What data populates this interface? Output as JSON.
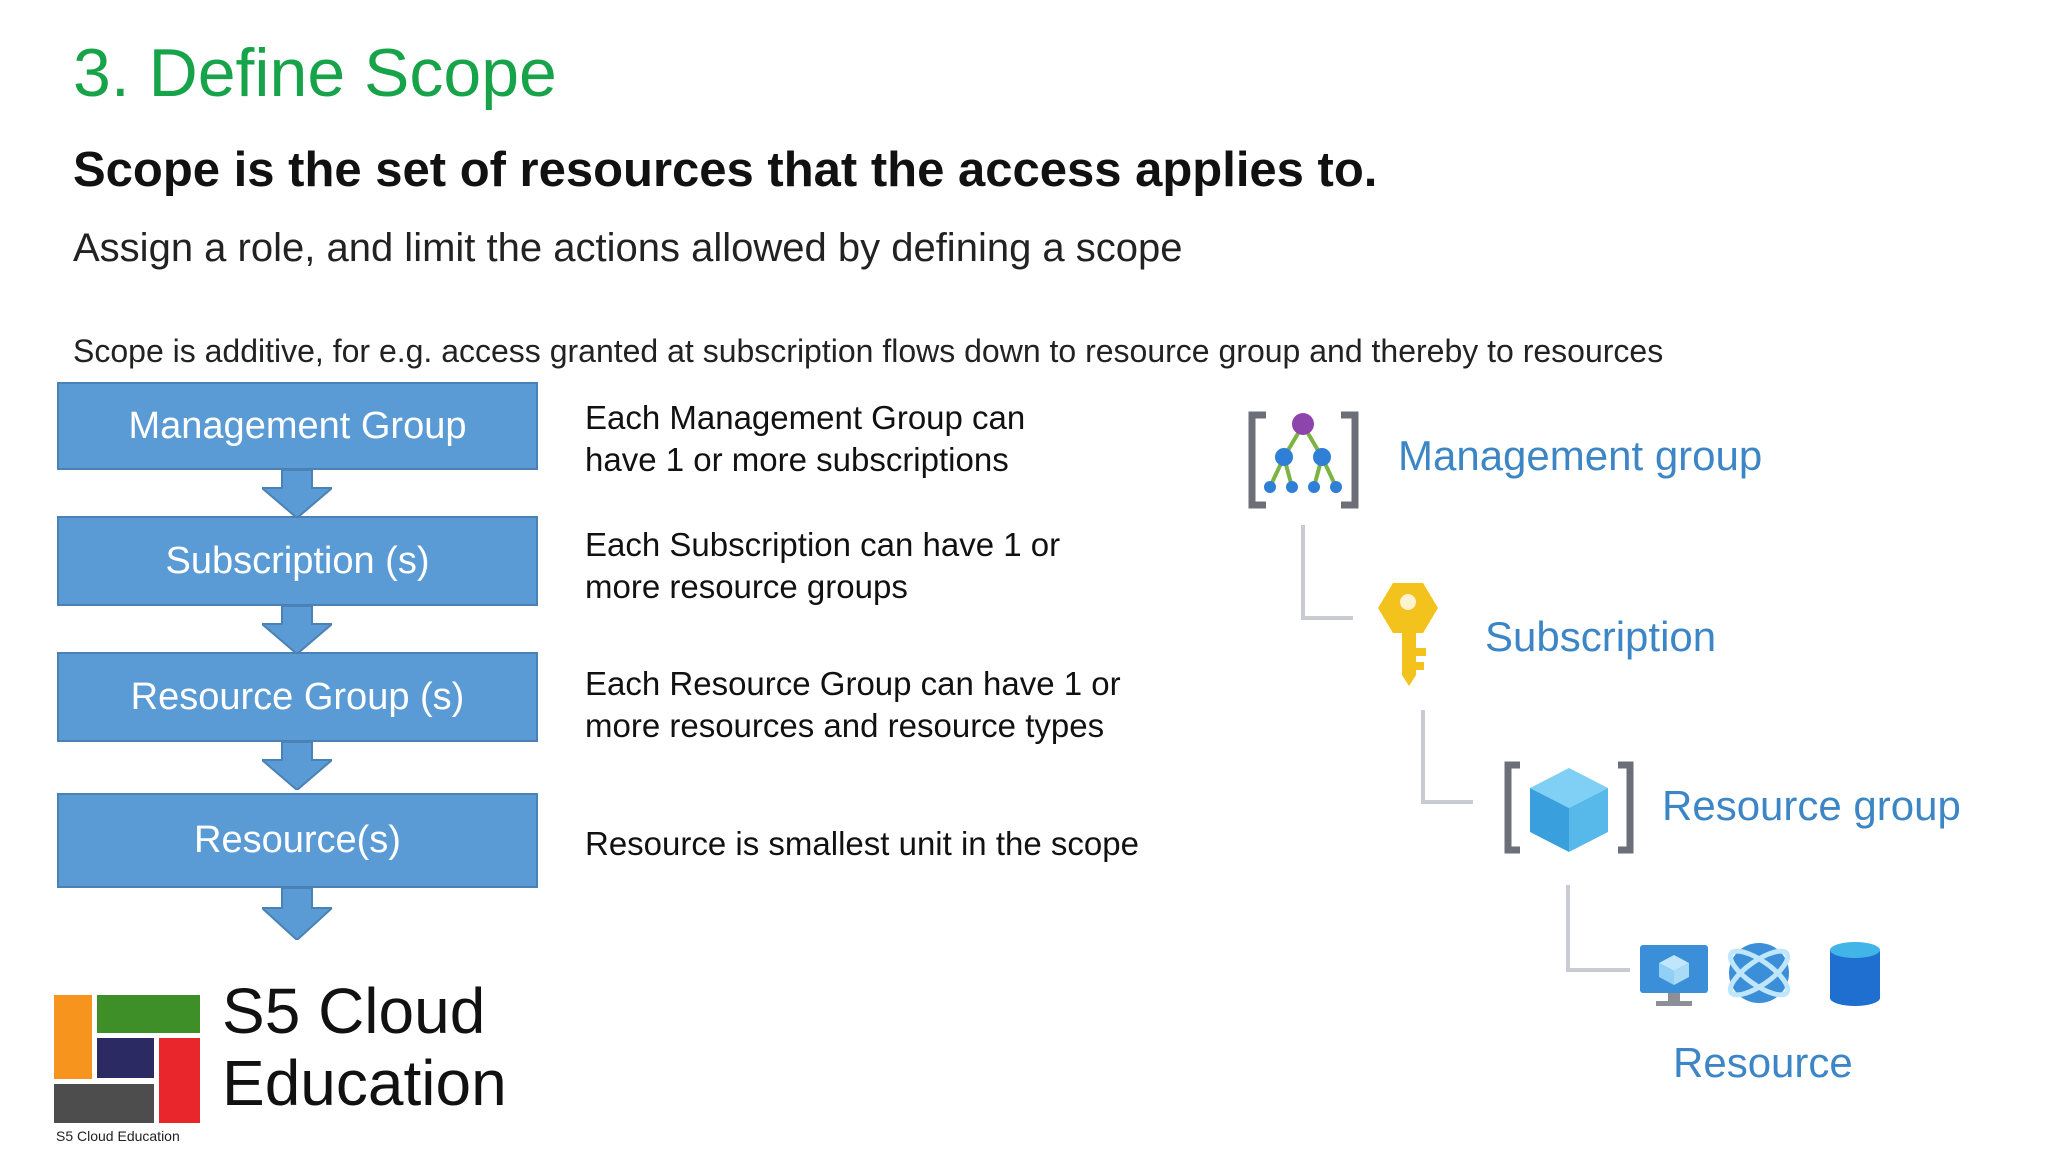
{
  "slide": {
    "title": "3. Define Scope",
    "headline": "Scope is the set of resources that the access applies to.",
    "subline": "Assign a role, and limit the actions allowed by defining a scope",
    "note": "Scope is additive, for e.g. access granted at subscription flows down to resource group and thereby to resources"
  },
  "flow": [
    {
      "label": "Management Group",
      "desc": [
        "Each Management Group can",
        "have 1 or more subscriptions"
      ]
    },
    {
      "label": "Subscription (s)",
      "desc": [
        "Each Subscription  can have 1 or",
        "more resource groups"
      ]
    },
    {
      "label": "Resource Group (s)",
      "desc": [
        "Each Resource Group can have 1 or",
        "more resources and resource types"
      ]
    },
    {
      "label": "Resource(s)",
      "desc": [
        "Resource is smallest unit in the scope"
      ]
    }
  ],
  "hierarchy": {
    "management_group": "Management group",
    "subscription": "Subscription",
    "resource_group": "Resource group",
    "resource": "Resource",
    "icons": [
      "management-group-icon",
      "subscription-key-icon",
      "resource-group-cube-icon",
      "virtual-machine-icon",
      "cosmos-db-icon",
      "storage-cylinder-icon"
    ]
  },
  "branding": {
    "name_line1": "S5 Cloud",
    "name_line2": "Education",
    "logo_caption": "S5 Cloud Education"
  },
  "colors": {
    "title": "#17a349",
    "box": "#5b9bd5",
    "hierarchy_label": "#3d86c6"
  }
}
